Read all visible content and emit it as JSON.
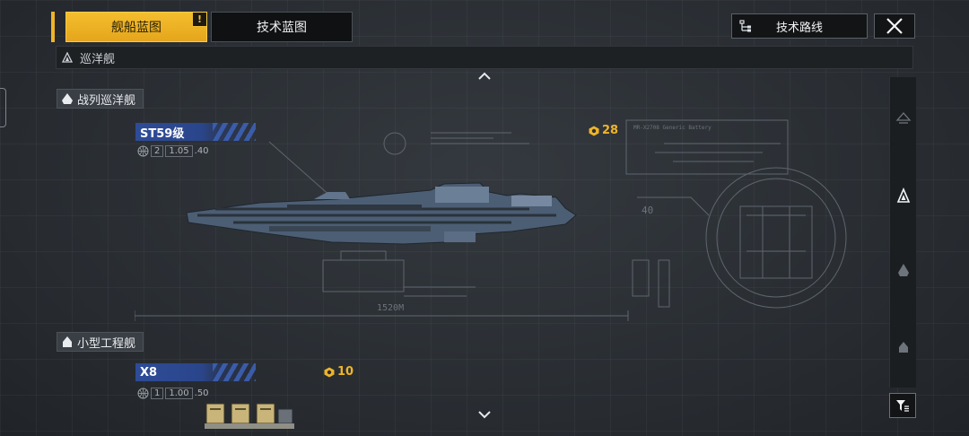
{
  "tabs": [
    {
      "label": "舰船蓝图",
      "badge": "!"
    },
    {
      "label": "技术蓝图"
    }
  ],
  "header": {
    "route_label": "技术路线"
  },
  "category": {
    "label": "巡洋舰"
  },
  "groups": [
    {
      "label": "战列巡洋舰",
      "ship": {
        "name": "ST59级",
        "tier": "2",
        "stat_a": "1.05",
        "stat_b": ".40",
        "cost": "28",
        "blueprint_dims": [
          "1520M",
          "40"
        ],
        "blueprint_caption": "MR-X2708 Generic Battery"
      }
    },
    {
      "label": "小型工程舰",
      "ship": {
        "name": "X8",
        "tier": "1",
        "stat_a": "1.00",
        "stat_b": ".50",
        "cost": "10"
      }
    }
  ],
  "icons": {
    "close": "close-icon",
    "route": "tech-route-icon",
    "filter": "filter-icon",
    "scroll_up": "chevron-up-icon",
    "scroll_down": "chevron-down-icon",
    "cost": "blueprint-currency-icon"
  },
  "colors": {
    "accent": "#f0b429",
    "name_bar": "#2e4c97",
    "background": "#2b2f34"
  }
}
